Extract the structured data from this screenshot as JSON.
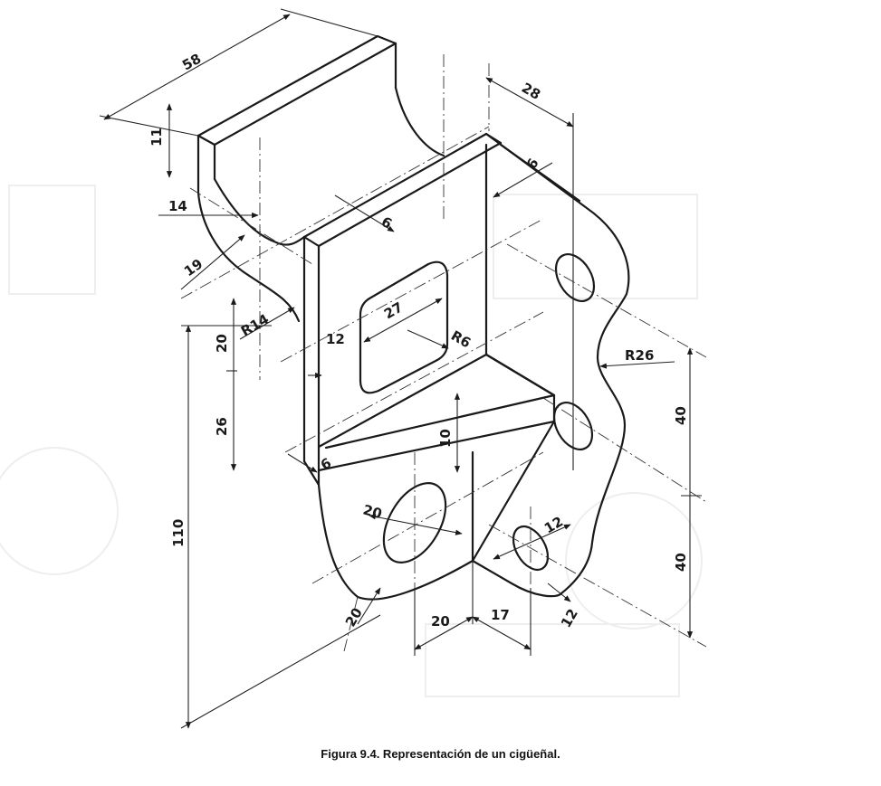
{
  "caption": "Figura 9.4. Representación de un cigüeñal.",
  "dimensions": {
    "d58": "58",
    "d28": "28",
    "d11": "11",
    "d6a": "6",
    "d6b": "6",
    "d6c": "6",
    "d14": "14",
    "d19": "19",
    "r14": "R14",
    "d20a": "20",
    "d26": "26",
    "d27": "27",
    "r6": "R6",
    "d12a": "12",
    "r26": "R26",
    "d40a": "40",
    "d40b": "40",
    "d10": "10",
    "d110": "110",
    "d20b": "20",
    "d20c": "20",
    "d20d": "20",
    "d17": "17",
    "d12b": "12",
    "d12c": "12"
  }
}
